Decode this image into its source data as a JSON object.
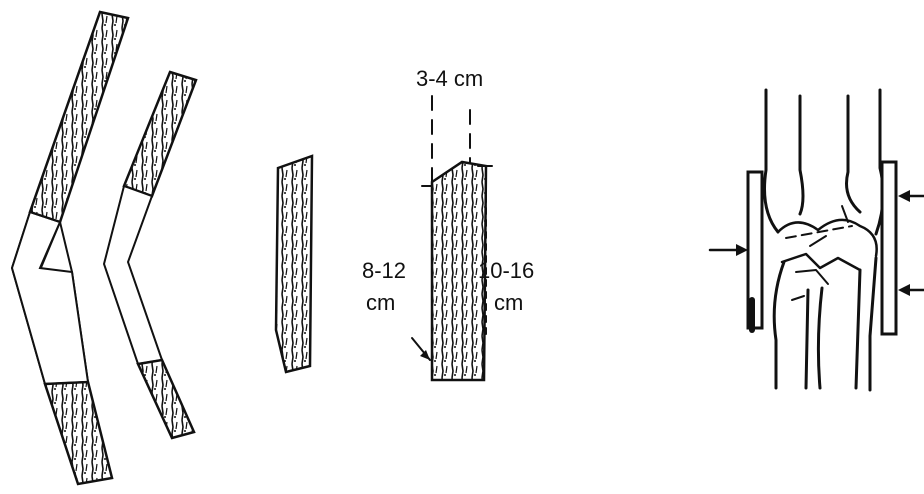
{
  "labels": {
    "width": "3-4 cm",
    "short_value": "8-12",
    "short_unit": "cm",
    "long_value": "10-16",
    "long_unit": "cm"
  },
  "colors": {
    "ink": "#111111",
    "paper": "#ffffff"
  }
}
